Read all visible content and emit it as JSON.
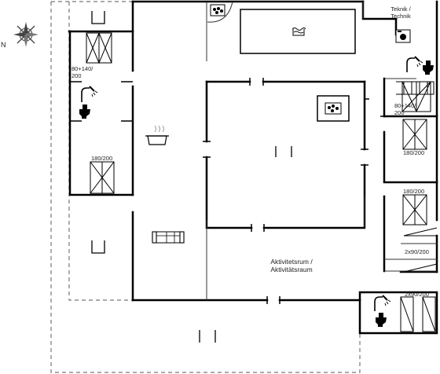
{
  "compass": {
    "north_label": "N",
    "icon": "compass-rose-icon"
  },
  "rooms": {
    "technical": "Teknik /\nTechnik",
    "activity": "Aktivitetsrum /\nAktivitätsraum"
  },
  "beds": {
    "left_top": "80+140/\n200",
    "left_bottom": "180/200",
    "right_1": "80+140/\n200",
    "right_2": "180/200",
    "right_3": "180/200",
    "right_4": "2x90/200",
    "right_5": "2x90/200"
  },
  "icons": {
    "sauna": "sauna-icon",
    "pool": "pool-icon",
    "kitchen": "cooking-pot-icon",
    "sofa": "sofa-icon",
    "spa": "spa-icon",
    "shower": "shower-icon",
    "toilet": "toilet-icon",
    "washer": "washing-machine-icon"
  }
}
